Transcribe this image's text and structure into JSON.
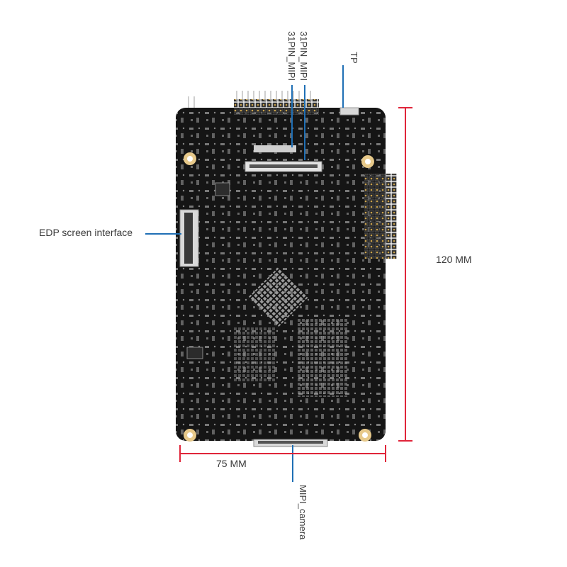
{
  "annotations": {
    "mipi_top_1": "31PIN_MIPI",
    "mipi_top_2": "31PIN_MIPI",
    "tp": "TP",
    "edp": "EDP screen interface",
    "height": "120 MM",
    "width": "75 MM",
    "mipi_camera": "MIPI_camera"
  },
  "colors": {
    "dimension_line": "#e0253a",
    "callout_line": "#1f6fb5",
    "board": "#161616",
    "text": "#3a3a3a"
  }
}
